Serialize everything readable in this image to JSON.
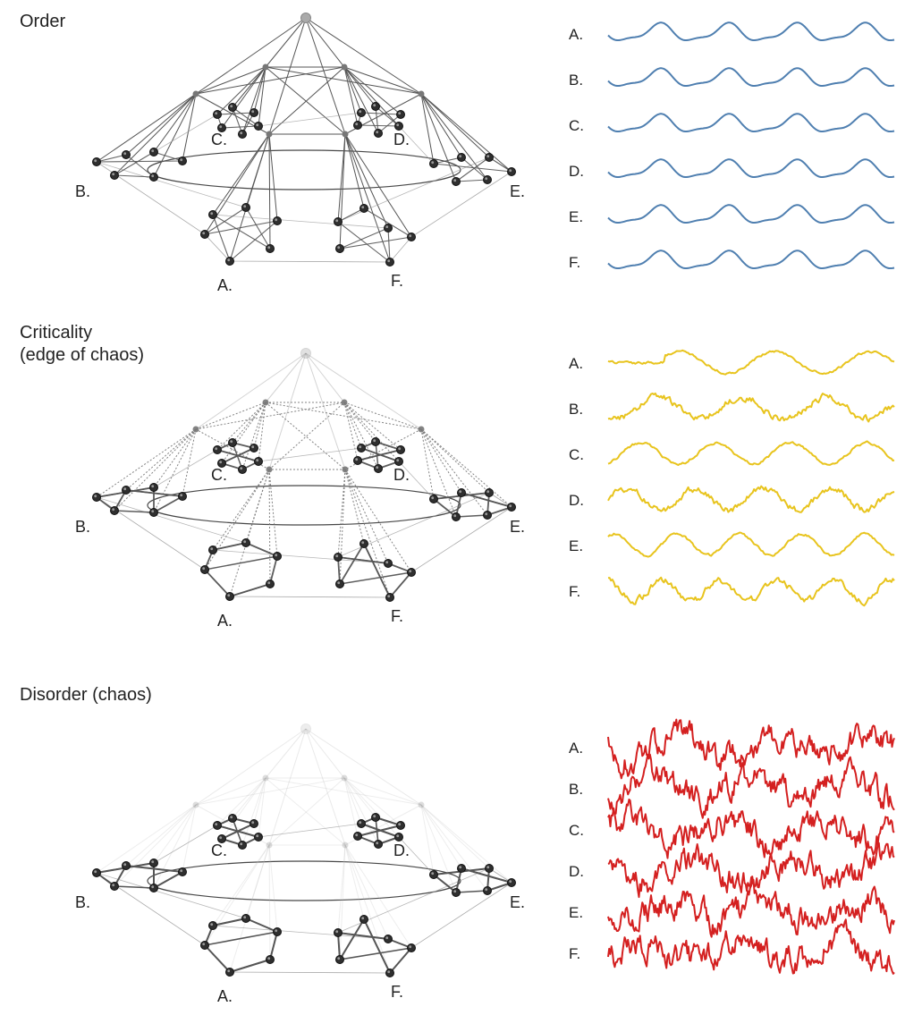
{
  "colors": {
    "order": "#4f7fb0",
    "criticality": "#e8c41e",
    "disorder": "#d42020",
    "node": "#3a3a3a"
  },
  "panels": [
    {
      "id": "order",
      "title": "Order",
      "region_labels": [
        "A.",
        "B.",
        "C.",
        "D.",
        "E.",
        "F."
      ],
      "signal_labels": [
        "A.",
        "B.",
        "C.",
        "D.",
        "E.",
        "F."
      ]
    },
    {
      "id": "criticality",
      "title": "Criticality\n(edge of chaos)",
      "region_labels": [
        "A.",
        "B.",
        "C.",
        "D.",
        "E.",
        "F."
      ],
      "signal_labels": [
        "A.",
        "B.",
        "C.",
        "D.",
        "E.",
        "F."
      ]
    },
    {
      "id": "disorder",
      "title": "Disorder (chaos)",
      "region_labels": [
        "A.",
        "B.",
        "C.",
        "D.",
        "E.",
        "F."
      ],
      "signal_labels": [
        "A.",
        "B.",
        "C.",
        "D.",
        "E.",
        "F."
      ]
    }
  ]
}
